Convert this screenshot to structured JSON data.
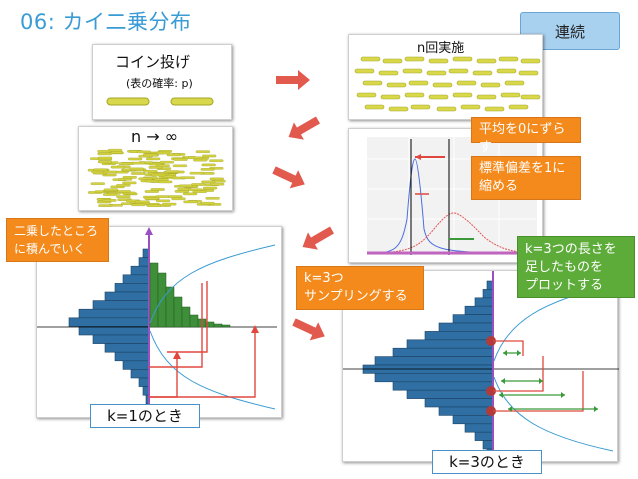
{
  "title": "06: カイ二乗分布",
  "badge": "連続",
  "coin_panel": {
    "title": "コイン投げ",
    "subtitle": "(表の確率: p)"
  },
  "n_panel": {
    "title": "n回実施"
  },
  "infinity_panel": {
    "title": "n → ∞"
  },
  "notes": {
    "shift_mean": "平均を0にずらす",
    "scale_sd_line1": "標準偏差を1に",
    "scale_sd_line2": "縮める",
    "square_stack_line1": "二乗したところ",
    "square_stack_line2": "に積んでいく",
    "k3_sampling_line1": "k=3つ",
    "k3_sampling_line2": "サンプリングする",
    "k3_plot_line1": "k=3つの長さを",
    "k3_plot_line2": "足したものを",
    "k3_plot_line3": "プロットする"
  },
  "captions": {
    "k1": "k=1のとき",
    "k3": "k=3のとき"
  },
  "colors": {
    "accent": "#3a9bd5",
    "orange": "#f48a1c",
    "green_note": "#5dac3a",
    "bar_blue": "#2f6fa3",
    "bar_green": "#3f8f3a",
    "arrow_red": "#e0483f"
  }
}
